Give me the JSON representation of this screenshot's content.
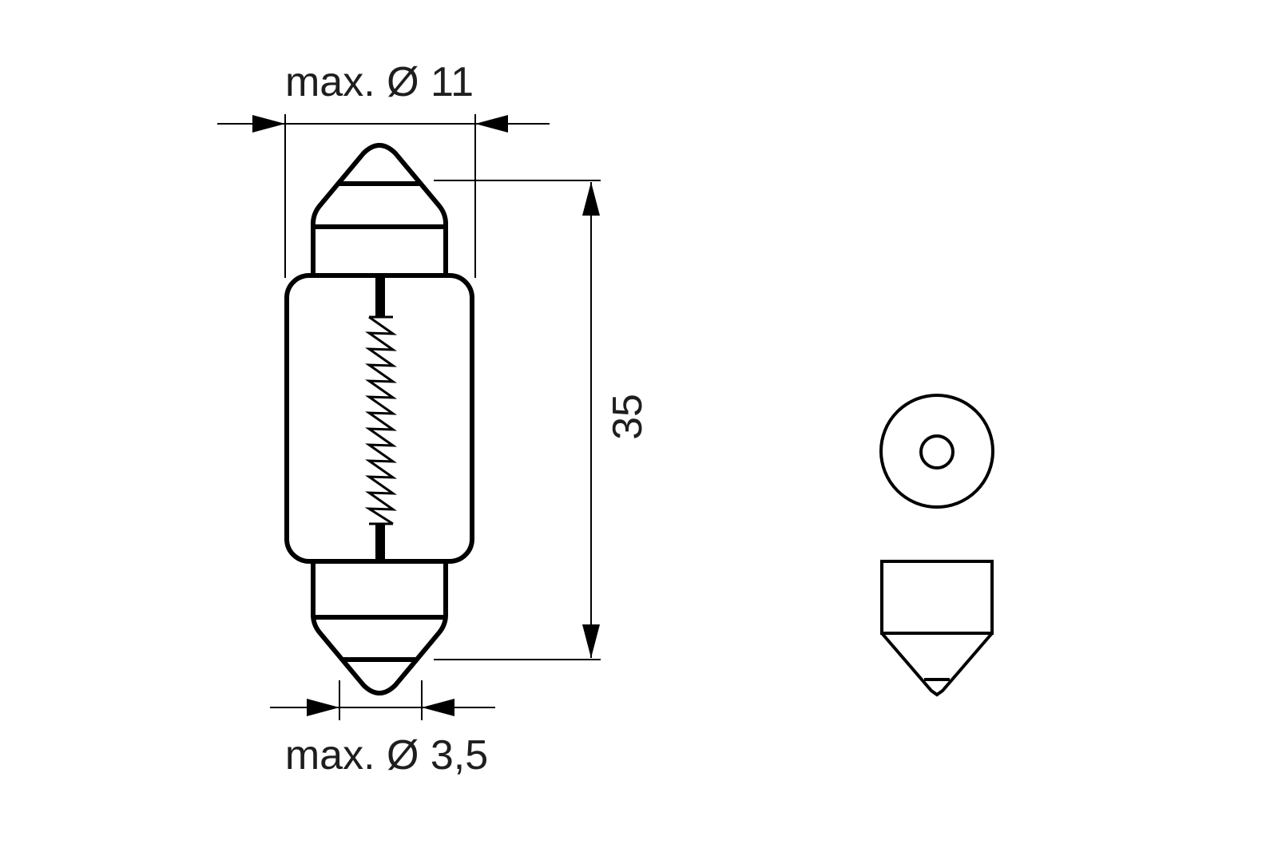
{
  "drawing": {
    "subject": "festoon bulb technical drawing",
    "line_color": "#000000",
    "text_color": "#1e1e1e",
    "background": "#ffffff"
  },
  "dimensions": {
    "top_diameter_label": "max. Ø 11",
    "bottom_diameter_label": "max. Ø 3,5",
    "length_label": "35"
  },
  "views": {
    "side_view": "bulb-side-view",
    "end_view": "bulb-end-view",
    "cap_view": "bulb-cap-profile"
  }
}
